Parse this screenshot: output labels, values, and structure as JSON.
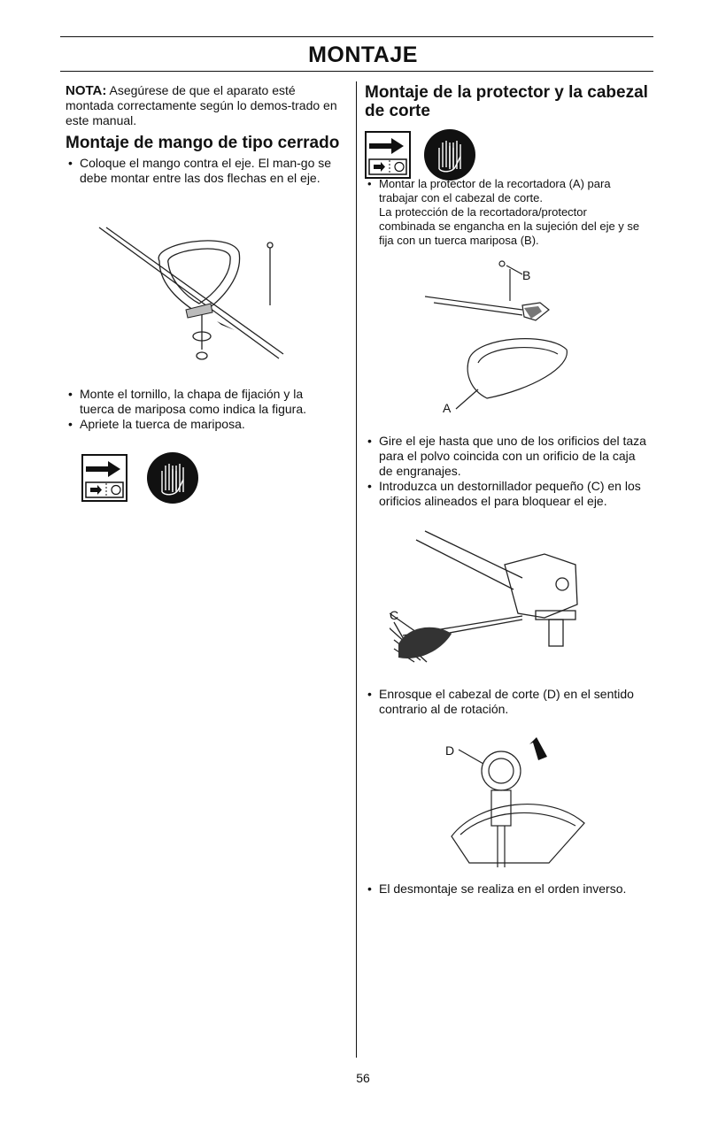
{
  "page": {
    "title": "MONTAJE",
    "page_number": "56"
  },
  "left": {
    "note_label": "NOTA:",
    "note_text": "Asegúrese de que el aparato esté montada correctamente según lo demos-trado en este manual.",
    "section_title": "Montaje de mango de tipo cerrado",
    "bullets1": [
      "Coloque el mango contra el eje. El man-go se debe montar entre las dos flechas en el eje."
    ],
    "bullets2": [
      "Monte el tornillo, la chapa de fijación y la tuerca de mariposa como indica la figura.",
      "Apriete la tuerca de mariposa."
    ]
  },
  "right": {
    "section_title": "Montaje de la protector y la cabezal de corte",
    "bullet_a": "Montar la protector de la recortadora (A) para trabajar con el cabezal de corte.",
    "para_a": "La protección de la recortadora/protector combinada se engancha en la sujeción del eje y se fija con un tuerca mariposa (B).",
    "bullets_b": [
      "Gire el eje hasta que uno de los orificios del taza para el polvo coincida con un orificio de la caja de engranajes.",
      "Introduzca un destornillador pequeño (C) en los orificios alineados el para bloquear el eje."
    ],
    "bullet_c": "Enrosque el cabezal de corte (D) en el sentido contrario al de rotación.",
    "bullet_d": "El desmontaje se realiza en el orden inverso.",
    "fig_labels": {
      "a": "A",
      "b": "B",
      "c": "C",
      "d": "D"
    }
  },
  "icons": [
    "manual-read-icon",
    "gloves-icon"
  ]
}
